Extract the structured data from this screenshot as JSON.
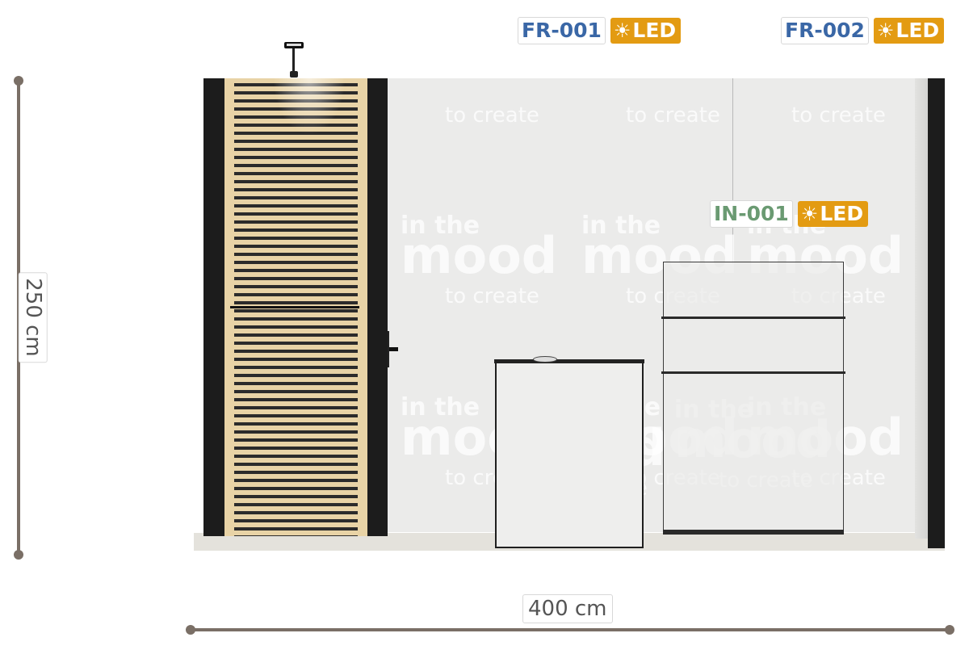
{
  "dimensions": {
    "height_label": "250 cm",
    "width_label": "400 cm"
  },
  "tags": [
    {
      "code": "FR-001",
      "led_label": "LED",
      "code_color": "#3a67a6"
    },
    {
      "code": "FR-002",
      "led_label": "LED",
      "code_color": "#3a67a6"
    },
    {
      "code": "IN-001",
      "led_label": "LED",
      "code_color": "#6a9a72"
    }
  ],
  "watermark": {
    "line1": "in the",
    "line2": "mood",
    "line3": "to create"
  },
  "colors": {
    "led_badge": "#e39b12",
    "dimension_line": "#7a6f66",
    "frame": "#1c1c1c",
    "wood": "#e6cf9f",
    "wall": "#ececea"
  },
  "icons": {
    "led": "sun-icon"
  }
}
